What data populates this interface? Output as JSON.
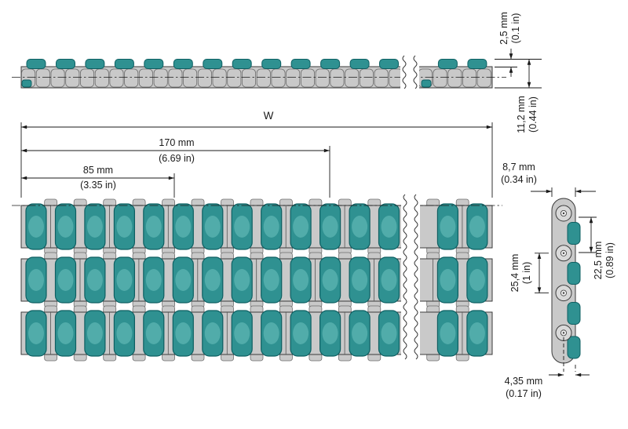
{
  "colors": {
    "roller": "#2f9191",
    "roller_hi": "#57b0ae",
    "roller_edge": "#0e5f62",
    "body": "#c9c9c9",
    "body_edge": "#6e6e6e",
    "outline": "#3a3a3a",
    "dim": "#1a1a1a",
    "background": "#ffffff"
  },
  "dims": {
    "w": {
      "label": "W"
    },
    "p170": {
      "mm": "170 mm",
      "inch": "(6.69 in)"
    },
    "p85": {
      "mm": "85 mm",
      "inch": "(3.35 in)"
    },
    "h2_5": {
      "mm": "2,5 mm",
      "inch": "(0.1 in)"
    },
    "h11_2": {
      "mm": "11,2 mm",
      "inch": "(0.44 in)"
    },
    "w8_7": {
      "mm": "8,7 mm",
      "inch": "(0.34 in)"
    },
    "p25_4": {
      "mm": "25,4 mm",
      "inch": "(1 in)"
    },
    "h22_5": {
      "mm": "22,5 mm",
      "inch": "(0.89 in)"
    },
    "o4_35": {
      "mm": "4,35 mm",
      "inch": "(0.17 in)"
    }
  }
}
